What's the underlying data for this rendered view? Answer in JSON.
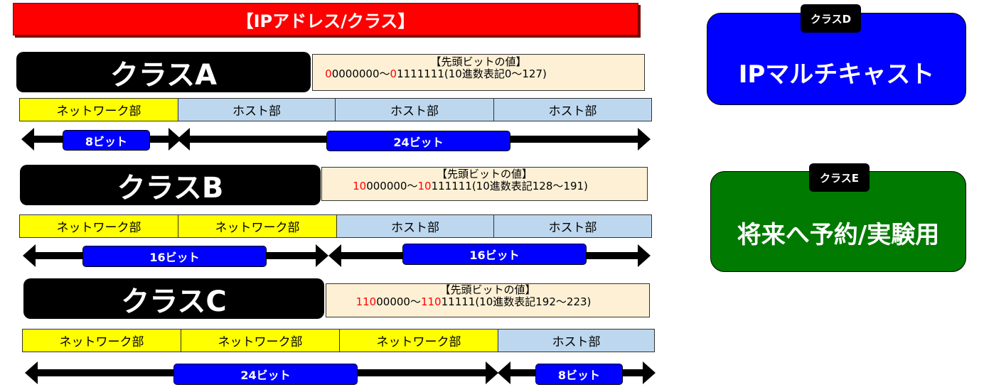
{
  "title": "【IPアドレス/クラス】",
  "net_label": "ネットワーク部",
  "host_label": "ホスト部",
  "classes": {
    "a": {
      "name": "クラスA",
      "info_heading": "【先頭ビットの値】",
      "range_start_red": "0",
      "range_start_rest": "0000000",
      "tilde": "～",
      "range_end_red": "0",
      "range_end_rest": "1111111",
      "decimal": "(10進数表記0～127)",
      "bits_left": "8ビット",
      "bits_right": "24ビット"
    },
    "b": {
      "name": "クラスB",
      "info_heading": "【先頭ビットの値】",
      "range_start_red": "10",
      "range_start_rest": "000000",
      "tilde": "～",
      "range_end_red": "10",
      "range_end_rest": "111111",
      "decimal": "(10進数表記128～191)",
      "bits_left": "16ビット",
      "bits_right": "16ビット"
    },
    "c": {
      "name": "クラスC",
      "info_heading": "【先頭ビットの値】",
      "range_start_red": "110",
      "range_start_rest": "00000",
      "tilde": "～",
      "range_end_red": "110",
      "range_end_rest": "11111",
      "decimal": "(10進数表記192～223)",
      "bits_left": "24ビット",
      "bits_right": "8ビット"
    },
    "d": {
      "tag": "クラスD",
      "description": "IPマルチキャスト"
    },
    "e": {
      "tag": "クラスE",
      "description": "将来へ予約/実験用"
    }
  },
  "colors": {
    "title_bg": "#ff0000",
    "network": "#ffff00",
    "host": "#bdd7ee",
    "bit_label": "#0000ff",
    "class_d": "#0000ff",
    "class_e": "#007a00",
    "info_bg": "#fdf0d5"
  }
}
